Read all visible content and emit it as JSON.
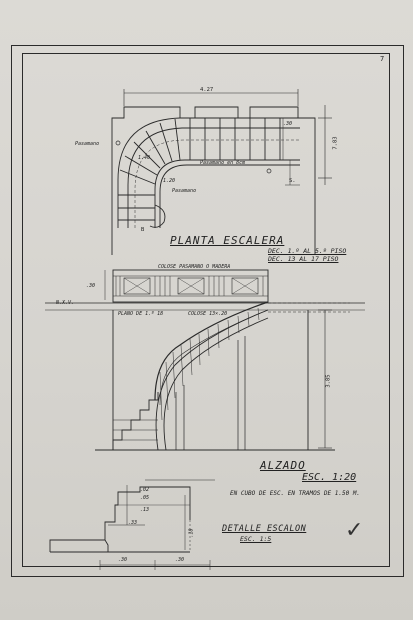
{
  "page_number": "7",
  "plan": {
    "title": "PLANTA ESCALERA",
    "dec_line_1": "DEC. 1.º AL 5.º PISO",
    "dec_line_2": "DEC. 13 AL 17 PISO",
    "width_dim": "4.27",
    "height_dim": "7.83",
    "tread_dim": ".30",
    "span_dim": "1.40",
    "radius_note": "Pasamano en 8cm",
    "handrail_left": "Pasamano",
    "handrail_bottom": "Pasamano",
    "small_dim": "1.20",
    "mark_s": "S.",
    "mark_b": "B"
  },
  "elevation": {
    "title": "ALZADO",
    "scale": "ESC. 1:20",
    "note": "EN CUBO DE ESC. EN TRAMOS DE 1.50 M.",
    "nxv": "N.X.V.",
    "top_note": "COLOSE PASAMANO O MADERA",
    "bottom_note_1": "PLANO DE 1.º 18",
    "bottom_note_2": "COLOSE 13×.20",
    "left_dim": ".30",
    "height_dim": "3.85"
  },
  "detail": {
    "title": "DETALLE ESCALON",
    "scale": "ESC. 1:5",
    "dims": [
      ".02",
      ".05",
      ".13",
      ".33",
      ".18",
      ".30",
      ".30"
    ]
  }
}
